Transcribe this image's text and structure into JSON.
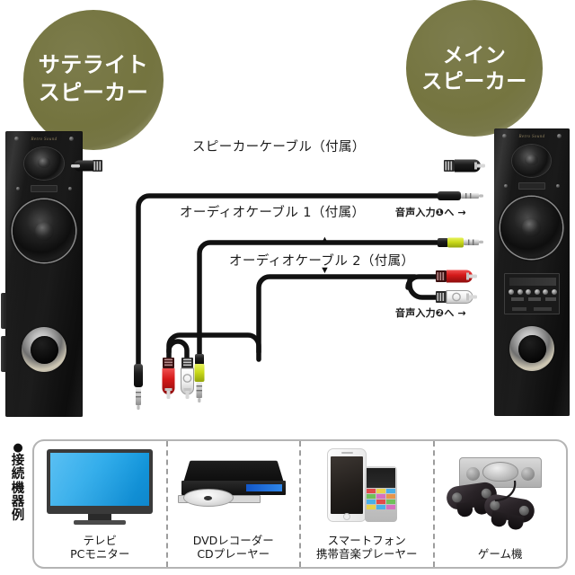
{
  "badges": {
    "left": {
      "line1": "サテライト",
      "line2": "スピーカー",
      "color": "#75753f"
    },
    "right": {
      "line1": "メイン",
      "line2": "スピーカー",
      "color": "#75753f"
    }
  },
  "cable_labels": {
    "speaker_cable": "スピーカーケーブル（付属）",
    "audio_cable_1": "オーディオケーブル 1（付属）",
    "audio_cable_2": "オーディオケーブル 2（付属）",
    "triangle_up": "▲",
    "triangle_down": "▼"
  },
  "input_labels": {
    "input1": "音声入力❶へ →",
    "input2": "音声入力❷へ →"
  },
  "devices_panel": {
    "heading_dot": "●",
    "heading_chars": [
      "接",
      "続",
      "機",
      "器",
      "例"
    ],
    "columns": [
      {
        "icon": "television-icon",
        "caption_line1": "テレビ",
        "caption_line2": "PCモニター"
      },
      {
        "icon": "dvd-player-icon",
        "caption_line1": "DVDレコーダー",
        "caption_line2": "CDプレーヤー"
      },
      {
        "icon": "smartphone-icon",
        "caption_line1": "スマートフォン",
        "caption_line2": "携帯音楽プレーヤー"
      },
      {
        "icon": "game-console-icon",
        "caption_line1": "ゲーム機",
        "caption_line2": ""
      }
    ]
  },
  "speakers": {
    "left": {
      "name": "satellite-speaker",
      "brand": "Retro Sound"
    },
    "right": {
      "name": "main-speaker",
      "brand": "Retro Sound"
    }
  },
  "colors": {
    "olive": "#75753f",
    "speaker_cable": "#c6b69c",
    "audio_cable": "#111111",
    "plug_red": "#d51a1a",
    "plug_white": "#f2f2f2",
    "plug_yellow_green": "#cada1b",
    "panel_border": "#b4b4b4",
    "tv_screen": "#17a2e8"
  }
}
